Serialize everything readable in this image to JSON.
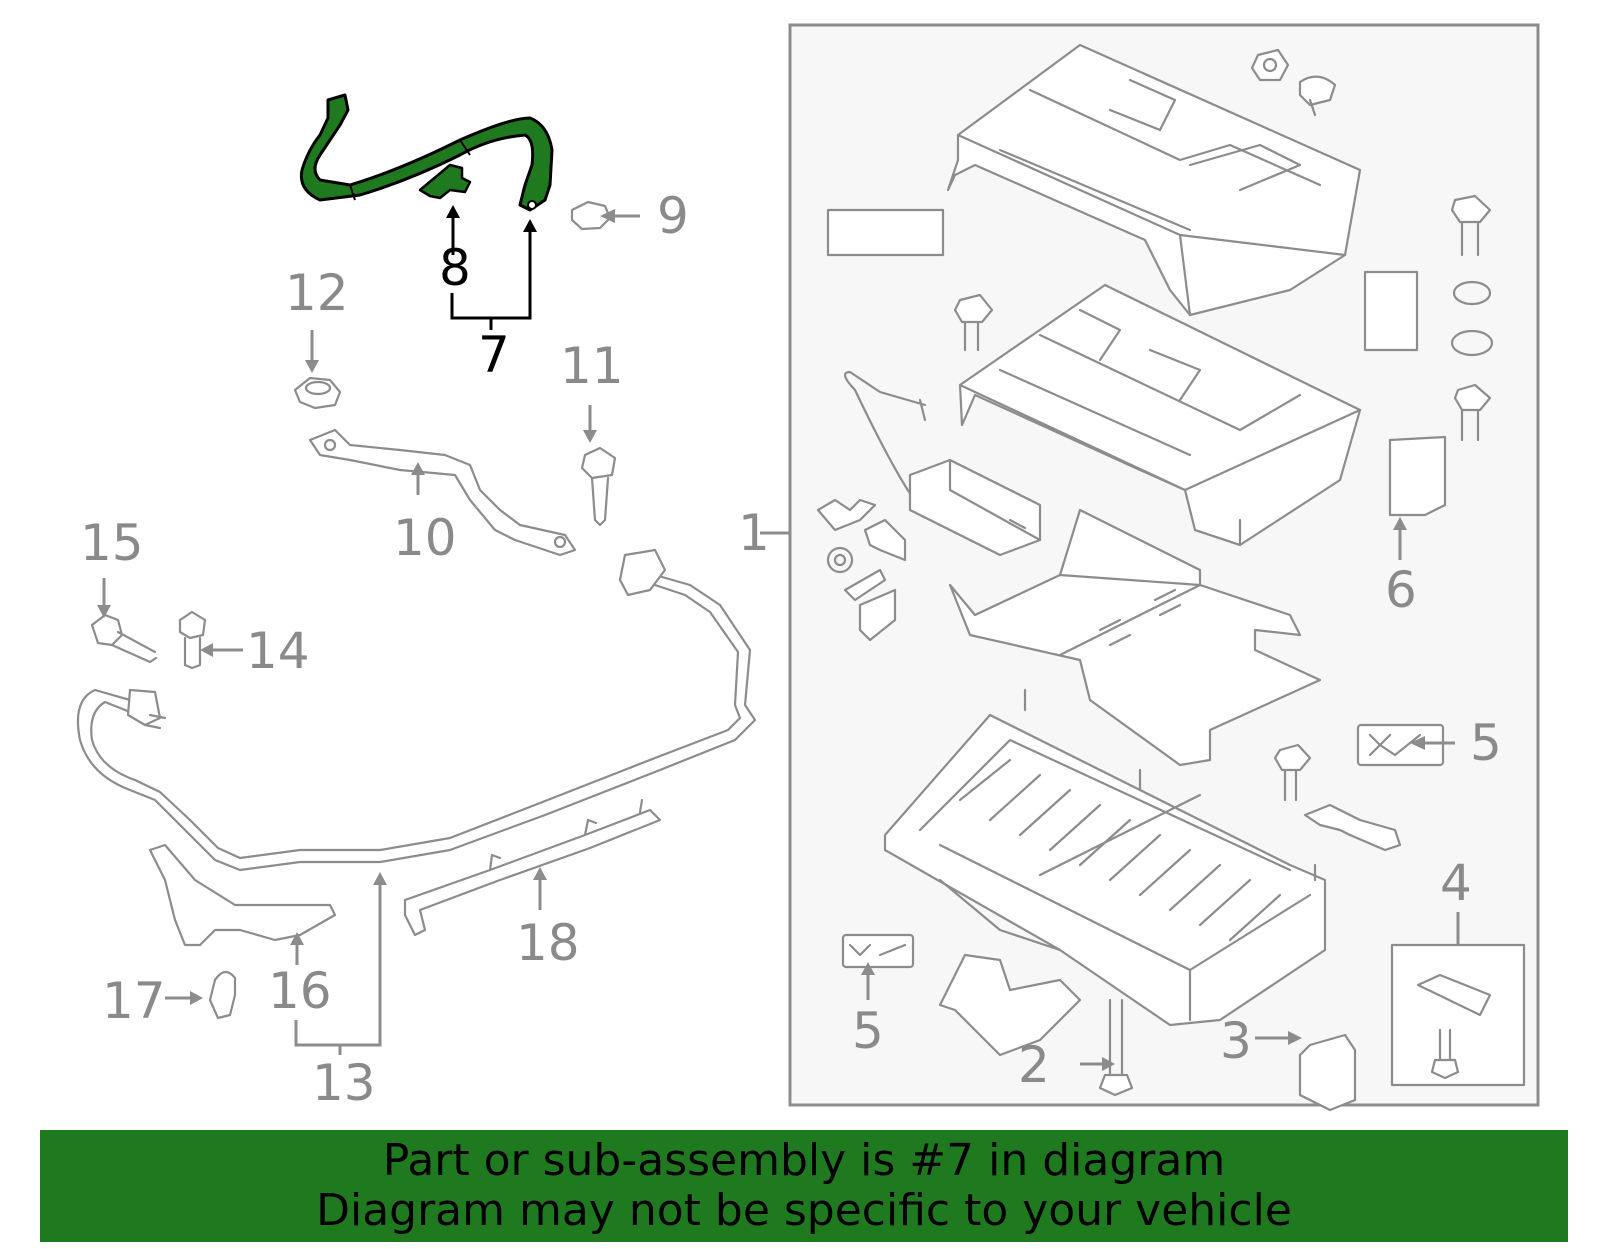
{
  "callouts": {
    "c1": "1",
    "c2": "2",
    "c3": "3",
    "c4": "4",
    "c5a": "5",
    "c5b": "5",
    "c6": "6",
    "c7": "7",
    "c8": "8",
    "c9": "9",
    "c10": "10",
    "c11": "11",
    "c12": "12",
    "c13": "13",
    "c14": "14",
    "c15": "15",
    "c16": "16",
    "c17": "17",
    "c18": "18"
  },
  "highlight": {
    "part_number": "7",
    "color": "#1f7a1f"
  },
  "colors": {
    "line": "#8c8c8c",
    "label": "#8a8a8a",
    "banner": "#1f7a1f",
    "panel_bg": "#f7f7f7"
  },
  "banner": {
    "line1": "Part or sub-assembly is #7 in diagram",
    "line2": "Diagram may not be specific to your vehicle"
  }
}
